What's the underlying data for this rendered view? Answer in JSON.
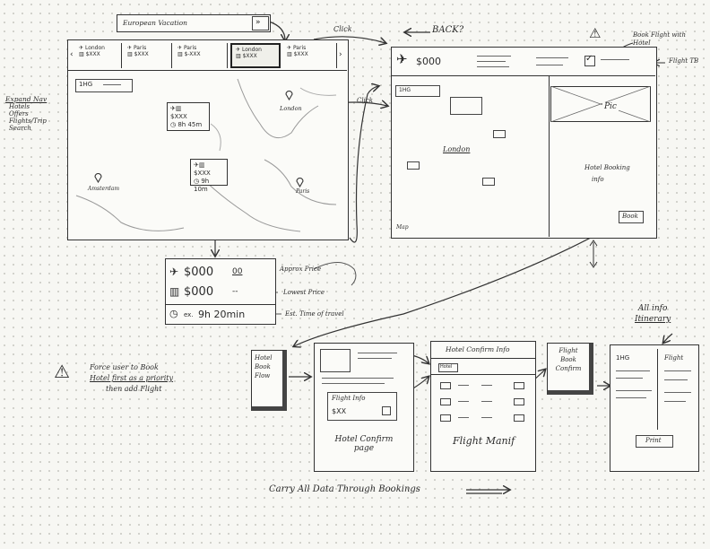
{
  "app": {
    "title": "European Vacation flow sketch"
  },
  "search": {
    "value": "European Vacation",
    "go": "»"
  },
  "tabs": [
    {
      "city": "London",
      "price": "$XXX"
    },
    {
      "city": "Paris",
      "price": "$XXX"
    },
    {
      "city": "Paris",
      "price": "$-XXX"
    },
    {
      "city": "London",
      "price": "$XXX"
    },
    {
      "city": "Paris",
      "price": "$XXX"
    }
  ],
  "map1": {
    "hotel_pill": "1HG",
    "city_labels": [
      "London",
      "Amsterdam",
      "Paris"
    ],
    "card1": {
      "price": "$XXX",
      "time": "8h 45m"
    },
    "card2": {
      "price": "$XXX",
      "time": "9h 10m"
    }
  },
  "annotations": {
    "click": "Click",
    "back": "BACK?",
    "book_flight_with_hotel": "Book Flight with Hotel",
    "flight_tb": "Flight TB",
    "expand_nav": "Expand Nav",
    "nav_items": [
      "Hotels",
      "Offers",
      "Flights/Trip",
      "Search"
    ],
    "click2": "Click",
    "approx_price": "Approx Price",
    "hotel_price": "Lowest Price",
    "est_time": "Est. Time of travel",
    "force_user": [
      "Force user to Book",
      "Hotel first as a priority",
      "then add Flight"
    ],
    "all_info": [
      "All info",
      "Itinerary"
    ],
    "carry": "Carry All Data Through Bookings"
  },
  "detail": {
    "hotel_pill": "1HG",
    "city": "London",
    "pic": "Pic",
    "hotel_info": [
      "Hotel Booking",
      "info"
    ],
    "book": "Book",
    "map": "Map",
    "price": "$000"
  },
  "price_card": {
    "flight_price": "$000",
    "flight_cents": "00",
    "hotel_price": "$000",
    "hotel_cents": "--",
    "time": "9h 20min",
    "time_prefix": "ex."
  },
  "flow": {
    "hotel_book_flow": [
      "Hotel",
      "Book",
      "Flow"
    ],
    "hotel_confirm": [
      "Hotel Confirm",
      "page"
    ],
    "flight_info": "Flight Info",
    "flight_info_price": "$XX",
    "hotel_confirm_info": "Hotel Confirm Info",
    "hotel_tag": "Hotel",
    "flight_manif": "Flight Manif",
    "flight_book_confirm": [
      "Flight",
      "Book",
      "Confirm"
    ],
    "itin_left": "1HG",
    "itin_right": "Flight",
    "print": "Print"
  },
  "colors": {
    "ink": "#2b2b2b",
    "paper": "#f7f7f3",
    "grid": "#c9c9c2"
  }
}
